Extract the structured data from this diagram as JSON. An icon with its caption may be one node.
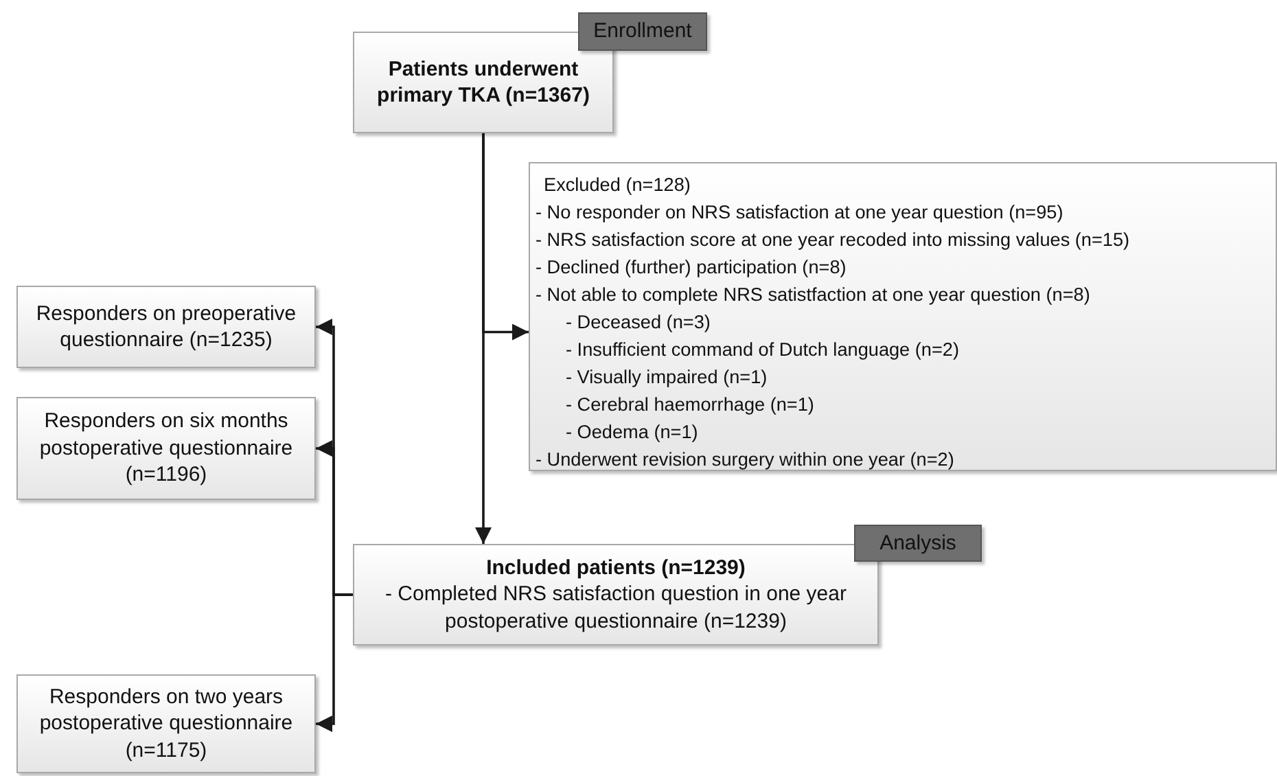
{
  "diagram": {
    "nodes": [
      {
        "text": [
          "Patients underwent primary TKA (n=1367)"
        ]
      },
      {
        "text": [
          "Enrollment"
        ]
      },
      {
        "text": [
          "Excluded (n=128)",
          "- No responder on NRS satisfaction at one year question (n=95)",
          "- NRS satisfaction score at one year recoded into missing values (n=15)",
          "- Declined (further) participation (n=8)",
          "- Not able to complete NRS satistfaction at one year question (n=8)",
          "- Deceased (n=3)",
          "- Insufficient command of Dutch language (n=2)",
          "- Visually impaired (n=1)",
          "- Cerebral haemorrhage (n=1)",
          "- Oedema (n=1)",
          "- Underwent revision surgery within one year (n=2)"
        ]
      },
      {
        "text": [
          "Included patients (n=1239)",
          "- Completed NRS satisfaction question in one year postoperative questionnaire (n=1239)"
        ]
      },
      {
        "text": [
          "Analysis"
        ]
      },
      {
        "text": [
          "Responders on preoperative questionnaire (n=1235)"
        ]
      },
      {
        "text": [
          "Responders on six months postoperative questionnaire (n=1196)"
        ]
      },
      {
        "text": [
          "Responders on two years postoperative questionnaire (n=1175)"
        ]
      }
    ],
    "edges": [
      {
        "from": 0,
        "to": 3,
        "arrow": "to"
      },
      {
        "from": 0,
        "to": 2,
        "arrow": "to"
      },
      {
        "from": 3,
        "to": 5,
        "arrow": "to"
      },
      {
        "from": 3,
        "to": 6,
        "arrow": "to"
      },
      {
        "from": 3,
        "to": 7,
        "arrow": "to"
      }
    ]
  }
}
